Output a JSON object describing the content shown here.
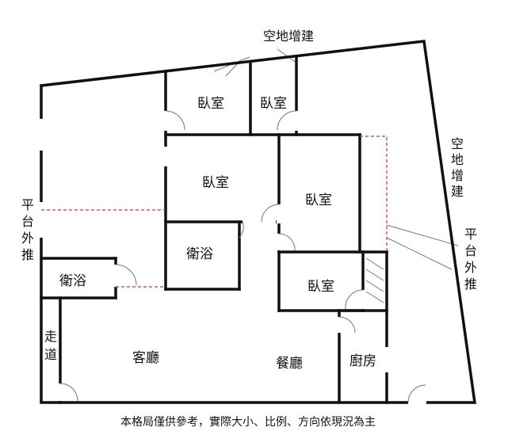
{
  "rooms": {
    "bedroom_a": "臥室",
    "bedroom_b": "臥室",
    "bedroom_c": "臥室",
    "bedroom_d": "臥室",
    "bedroom_e": "臥室",
    "bathroom_a": "衛浴",
    "bathroom_b": "衛浴",
    "living_room": "客廳",
    "dining_room": "餐廳",
    "kitchen": "廚房",
    "corridor": [
      "走",
      "道"
    ]
  },
  "annotations": {
    "vacant_top": "空地增建",
    "vacant_right": [
      "空",
      "地",
      "增",
      "建"
    ],
    "platform_left": [
      "平",
      "台",
      "外",
      "推"
    ],
    "platform_right": [
      "平",
      "台",
      "外",
      "推"
    ]
  },
  "footer_note": "本格局僅供參考，實際大小、比例、方向依現況為主",
  "colors": {
    "wall": "#111111",
    "extension_dash": "#c0392b",
    "background": "#ffffff"
  }
}
